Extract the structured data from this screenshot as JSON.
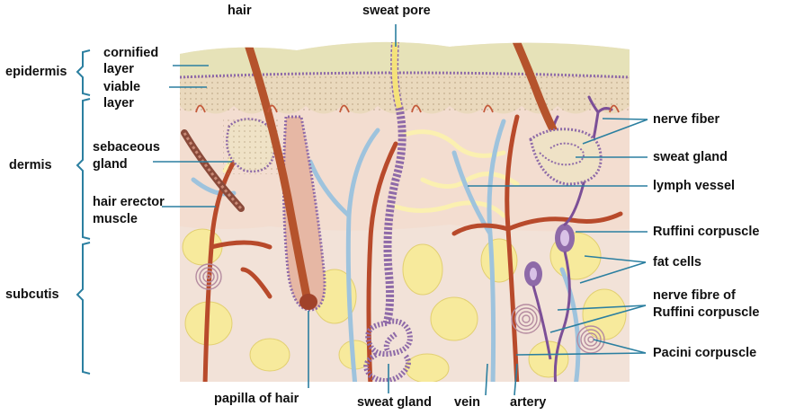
{
  "labels": {
    "hair": "hair",
    "sweat_pore": "sweat pore",
    "epidermis": "epidermis",
    "cornified_layer_1": "cornified",
    "cornified_layer_2": "layer",
    "viable_layer_1": "viable",
    "viable_layer_2": "layer",
    "dermis": "dermis",
    "sebaceous_gland_1": "sebaceous",
    "sebaceous_gland_2": "gland",
    "hair_erector_muscle_1": "hair erector",
    "hair_erector_muscle_2": "muscle",
    "subcutis": "subcutis",
    "papilla_of_hair": "papilla of hair",
    "sweat_gland_bottom": "sweat gland",
    "vein": "vein",
    "artery": "artery",
    "nerve_fiber": "nerve fiber",
    "sweat_gland_right": "sweat gland",
    "lymph_vessel": "lymph vessel",
    "ruffini_corpuscle": "Ruffini corpuscle",
    "fat_cells": "fat cells",
    "nerve_fibre_ruffini_1": "nerve fibre of",
    "nerve_fibre_ruffini_2": "Ruffini corpuscle",
    "pacini_corpuscle": "Pacini corpuscle"
  },
  "colors": {
    "leader_line": "#2b7fa0",
    "bracket": "#2b7fa0",
    "cornified": "#e6e2b8",
    "viable": "#e9dcc0",
    "dermis": "#f3ddd0",
    "subcutis": "#f2e2d8",
    "fat": "#f7ea9c",
    "hair": "#b5532c",
    "artery": "#b84a2b",
    "vein": "#9ec3dd",
    "gland": "#8e6aa8",
    "lymph": "#fbf0b0"
  }
}
